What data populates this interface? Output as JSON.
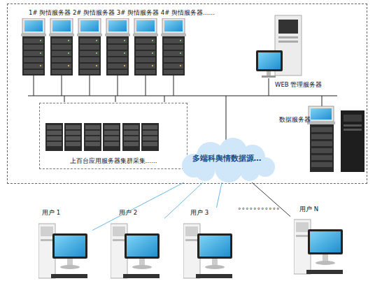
{
  "diagram": {
    "nodes": [
      {
        "text": [
          "1# 舆情服务器 2# 舆情服务器 3# 舆情服务器 4# 舆情服务器……"
        ]
      },
      {
        "text": [
          "WEB 管理服务器"
        ],
        "in": 0
      },
      {
        "text": [
          "上百台应用服务器集群采集……"
        ],
        "in": 0
      },
      {
        "text": [
          "数据服务器"
        ],
        "in": 0
      },
      {
        "text": [
          "多端科舆情数据源…"
        ],
        "in": 0
      },
      {
        "text": [
          "用户 1"
        ]
      },
      {
        "text": [
          "用户 2"
        ]
      },
      {
        "text": [
          "用户 3"
        ]
      },
      {
        "text": [
          "用户 N"
        ]
      }
    ],
    "edges": [
      {
        "from": 4,
        "to": 5,
        "arrow": "none"
      },
      {
        "from": 4,
        "to": 6,
        "arrow": "none"
      },
      {
        "from": 4,
        "to": 7,
        "arrow": "none"
      },
      {
        "from": 4,
        "to": 8,
        "arrow": "none"
      }
    ],
    "labels": [
      "°°°°°°°°°°°"
    ]
  }
}
